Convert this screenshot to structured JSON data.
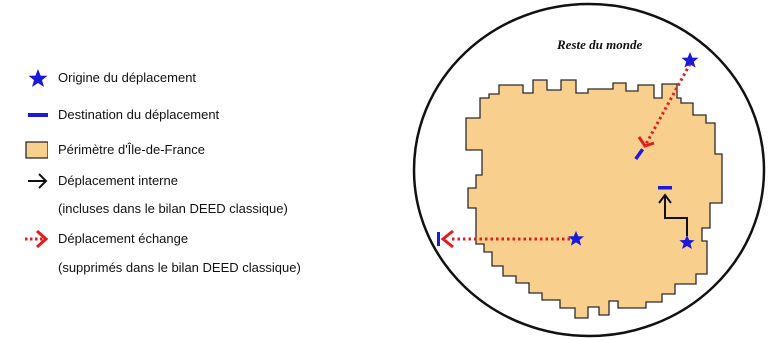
{
  "legend": {
    "origin": "Origine du déplacement",
    "destination": "Destination du déplacement",
    "perimeter": "Périmètre d'Île-de-France",
    "internal": "Déplacement interne",
    "internal_note": "(incluses dans le bilan DEED classique)",
    "exchange": "Déplacement échange",
    "exchange_note": "(supprimés dans le bilan DEED classique)"
  },
  "map": {
    "outside_label": "Reste du monde"
  },
  "colors": {
    "origin_star": "#1a1adb",
    "destination_bar": "#1a1adb",
    "perimeter_fill": "#f9cf8e",
    "perimeter_stroke": "#2b2b2b",
    "internal_arrow": "#111111",
    "exchange_arrow": "#e01e1e",
    "world_circle": "#111111"
  }
}
